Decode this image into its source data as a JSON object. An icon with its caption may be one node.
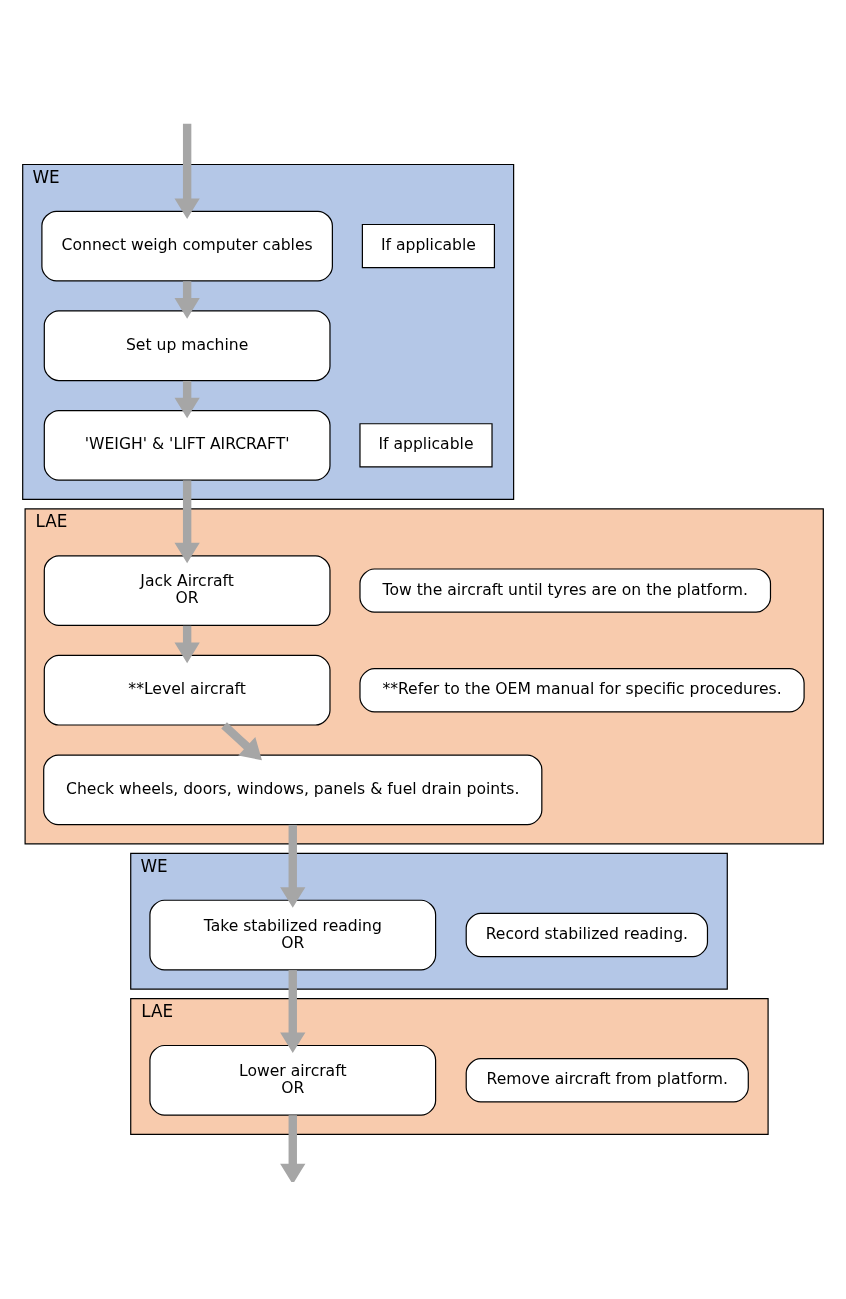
{
  "diagram": {
    "nodes": [
      {
        "text": [
          "WE"
        ]
      },
      {
        "text": [
          "Connect weigh computer cables"
        ],
        "in": 0
      },
      {
        "text": [
          "If applicable"
        ],
        "in": 0
      },
      {
        "text": [
          "Set up machine"
        ],
        "in": 0
      },
      {
        "text": [
          "'WEIGH' & 'LIFT AIRCRAFT'"
        ],
        "in": 0
      },
      {
        "text": [
          "If applicable"
        ],
        "in": 0
      },
      {
        "text": [
          "LAE"
        ]
      },
      {
        "text": [
          "Jack Aircraft",
          "OR"
        ],
        "in": 6
      },
      {
        "text": [
          "Tow the aircraft until tyres are on the platform."
        ],
        "in": 6
      },
      {
        "text": [
          "**Level aircraft"
        ],
        "in": 6
      },
      {
        "text": [
          "**Refer to the OEM manual for specific procedures."
        ],
        "in": 6
      },
      {
        "text": [
          "Check wheels, doors, windows, panels & fuel drain points."
        ],
        "in": 6
      },
      {
        "text": [
          "WE"
        ]
      },
      {
        "text": [
          "Take stabilized reading",
          "OR"
        ],
        "in": 12
      },
      {
        "text": [
          "Record stabilized reading."
        ],
        "in": 12
      },
      {
        "text": [
          "LAE"
        ]
      },
      {
        "text": [
          "Lower aircraft",
          "OR"
        ],
        "in": 15
      },
      {
        "text": [
          "Remove aircraft from platform."
        ],
        "in": 15
      }
    ],
    "edges": [
      {
        "from": null,
        "to": 1,
        "arrow": "to"
      },
      {
        "from": 1,
        "to": 3,
        "arrow": "to"
      },
      {
        "from": 3,
        "to": 4,
        "arrow": "to"
      },
      {
        "from": 4,
        "to": 7,
        "arrow": "to"
      },
      {
        "from": 7,
        "to": 9,
        "arrow": "to"
      },
      {
        "from": 9,
        "to": 11,
        "arrow": "to"
      },
      {
        "from": 11,
        "to": 13,
        "arrow": "to"
      },
      {
        "from": 13,
        "to": 16,
        "arrow": "to"
      },
      {
        "from": 16,
        "to": null,
        "arrow": "to"
      }
    ]
  }
}
